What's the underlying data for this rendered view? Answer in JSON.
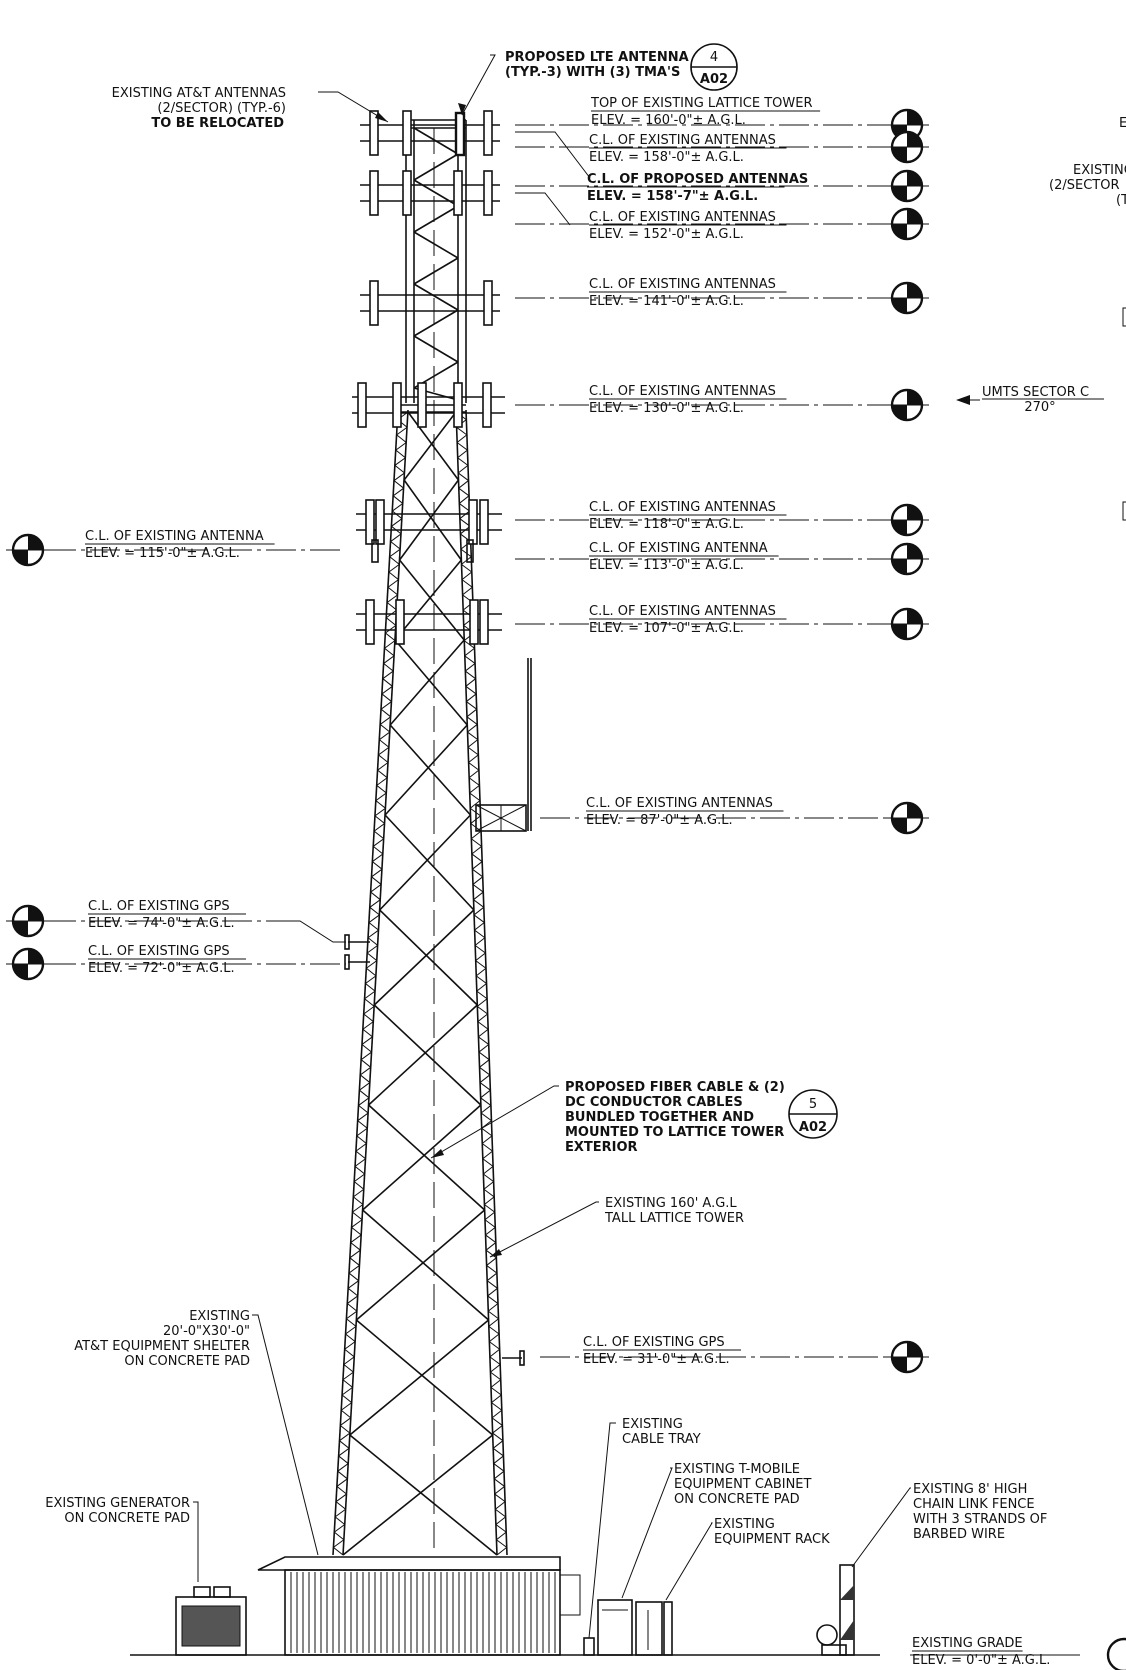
{
  "colors": {
    "ink": "#111111",
    "background": "#ffffff"
  },
  "elevations": [
    {
      "title": "TOP OF EXISTING LATTICE TOWER",
      "elev": "ELEV. = 160'-0\"± A.G.L.",
      "elev_ft": 160,
      "side": "right",
      "bold": false
    },
    {
      "title": "C.L. OF EXISTING ANTENNAS",
      "elev": "ELEV. = 158'-0\"± A.G.L.",
      "elev_ft": 158,
      "side": "right",
      "bold": false
    },
    {
      "title": "C.L. OF PROPOSED ANTENNAS",
      "elev": "ELEV. = 158'-7\"± A.G.L.",
      "elev_ft": 158.6,
      "side": "right",
      "bold": true
    },
    {
      "title": "C.L. OF EXISTING ANTENNAS",
      "elev": "ELEV. = 152'-0\"± A.G.L.",
      "elev_ft": 152,
      "side": "right",
      "bold": false
    },
    {
      "title": "C.L. OF EXISTING ANTENNAS",
      "elev": "ELEV. = 141'-0\"± A.G.L.",
      "elev_ft": 141,
      "side": "right",
      "bold": false
    },
    {
      "title": "C.L. OF EXISTING ANTENNAS",
      "elev": "ELEV. = 130'-0\"± A.G.L.",
      "elev_ft": 130,
      "side": "right",
      "bold": false
    },
    {
      "title": "C.L. OF EXISTING ANTENNAS",
      "elev": "ELEV. = 118'-0\"± A.G.L.",
      "elev_ft": 118,
      "side": "right",
      "bold": false
    },
    {
      "title": "C.L. OF EXISTING ANTENNA",
      "elev": "ELEV. = 113'-0\"± A.G.L.",
      "elev_ft": 113,
      "side": "right",
      "bold": false
    },
    {
      "title": "C.L. OF EXISTING ANTENNAS",
      "elev": "ELEV. = 107'-0\"± A.G.L.",
      "elev_ft": 107,
      "side": "right",
      "bold": false
    },
    {
      "title": "C.L. OF EXISTING ANTENNAS",
      "elev": "ELEV. = 87'-0\"± A.G.L.",
      "elev_ft": 87,
      "side": "right",
      "bold": false
    },
    {
      "title": "C.L. OF EXISTING GPS",
      "elev": "ELEV. = 31'-0\"± A.G.L.",
      "elev_ft": 31,
      "side": "right",
      "bold": false
    },
    {
      "title": "C.L. OF EXISTING ANTENNA",
      "elev": "ELEV. = 115'-0\"± A.G.L.",
      "elev_ft": 115,
      "side": "left",
      "bold": false
    },
    {
      "title": "C.L. OF EXISTING GPS",
      "elev": "ELEV. = 74'-0\"± A.G.L.",
      "elev_ft": 74,
      "side": "left",
      "bold": false
    },
    {
      "title": "C.L. OF EXISTING GPS",
      "elev": "ELEV. = 72'-0\"± A.G.L.",
      "elev_ft": 72,
      "side": "left",
      "bold": false
    },
    {
      "title": "EXISTING GRADE",
      "elev": "ELEV. = 0'-0\"± A.G.L.",
      "elev_ft": 0,
      "side": "right",
      "bold": false
    }
  ],
  "callouts": {
    "proposed_lte": [
      "PROPOSED LTE ANTENNA",
      "(TYP.-3) WITH (3) TMA'S"
    ],
    "existing_att": [
      "EXISTING AT&T ANTENNAS",
      "(2/SECTOR) (TYP.-6)",
      "TO BE RELOCATED"
    ],
    "fiber_cable": [
      "PROPOSED FIBER CABLE & (2)",
      "DC CONDUCTOR CABLES",
      "BUNDLED TOGETHER AND",
      "MOUNTED TO LATTICE TOWER",
      "EXTERIOR"
    ],
    "lattice_tower": [
      "EXISTING 160' A.G.L",
      "TALL LATTICE TOWER"
    ],
    "shelter": [
      "EXISTING",
      "20'-0\"X30'-0\"",
      "AT&T EQUIPMENT SHELTER",
      "ON CONCRETE PAD"
    ],
    "generator": [
      "EXISTING GENERATOR",
      "ON CONCRETE PAD"
    ],
    "cable_tray": [
      "EXISTING",
      "CABLE TRAY"
    ],
    "tmobile": [
      "EXISTING T-MOBILE",
      "EQUIPMENT CABINET",
      "ON CONCRETE PAD"
    ],
    "rack": [
      "EXISTING",
      "EQUIPMENT RACK"
    ],
    "fence": [
      "EXISTING 8' HIGH",
      "CHAIN LINK FENCE",
      "WITH 3 STRANDS OF",
      "BARBED WIRE"
    ]
  },
  "detail_refs": [
    {
      "number": "4",
      "sheet": "A02"
    },
    {
      "number": "5",
      "sheet": "A02"
    }
  ],
  "sector": {
    "label": "UMTS SECTOR C",
    "angle": "270°"
  },
  "cutoff_text": [
    "E",
    "EXISTING",
    "(2/SECTOR",
    "(T"
  ]
}
